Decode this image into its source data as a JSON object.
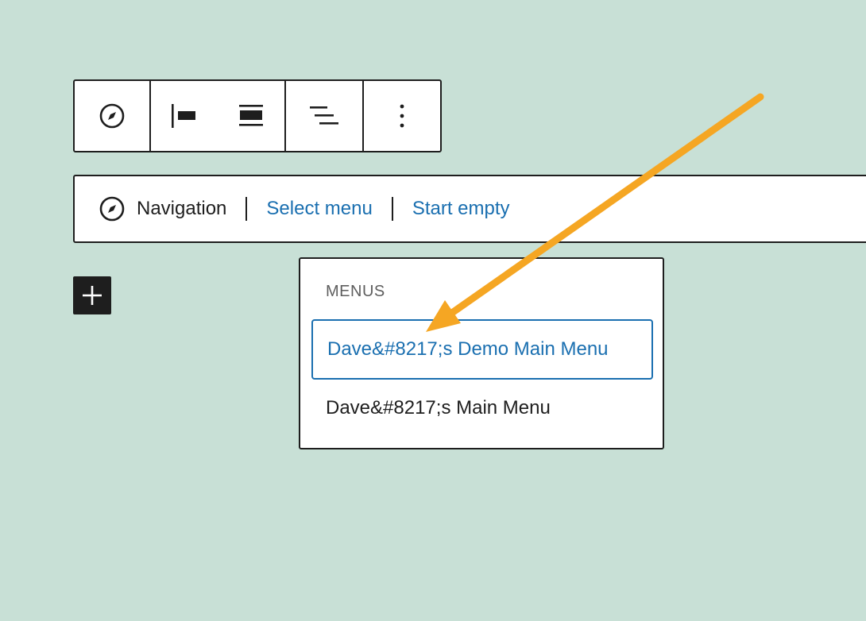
{
  "toolbar": {
    "icons": [
      "compass-icon",
      "align-left-icon",
      "align-center-icon",
      "justify-icon",
      "more-vertical-icon"
    ]
  },
  "placeholder": {
    "label": "Navigation",
    "select_menu": "Select menu",
    "start_empty": "Start empty"
  },
  "dropdown": {
    "heading": "MENUS",
    "items": [
      {
        "label": "Dave&#8217;s Demo Main Menu",
        "state": "focused"
      },
      {
        "label": "Dave&#8217;s Main Menu",
        "state": "normal"
      }
    ]
  },
  "colors": {
    "background": "#c8e0d6",
    "link": "#1a6fb0",
    "annotation_arrow": "#f5a623",
    "dark": "#1e1e1e"
  }
}
